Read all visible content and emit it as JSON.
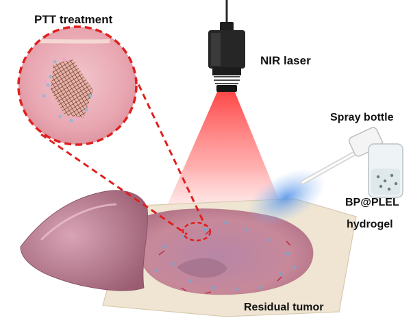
{
  "labels": {
    "ptt_treatment": "PTT treatment",
    "nir_laser": "NIR laser",
    "spray_bottle": "Spray bottle",
    "material": "BP@PLEL",
    "hydrogel": "hydrogel",
    "residual_tumor": "Residual tumor"
  },
  "colors": {
    "laser_beam": "#ff5a5a",
    "dashed_callout": "#e0201e",
    "tissue": "#c98a9a",
    "gauze": "#efe5d2",
    "spray_mist": "#6fa6ea",
    "device_body": "#2a2a2a"
  },
  "icons": {
    "laser_device": "laser-emitter-icon",
    "spray_bottle": "spray-bottle-icon",
    "hydrogel_mesh": "mesh-grid-icon"
  }
}
